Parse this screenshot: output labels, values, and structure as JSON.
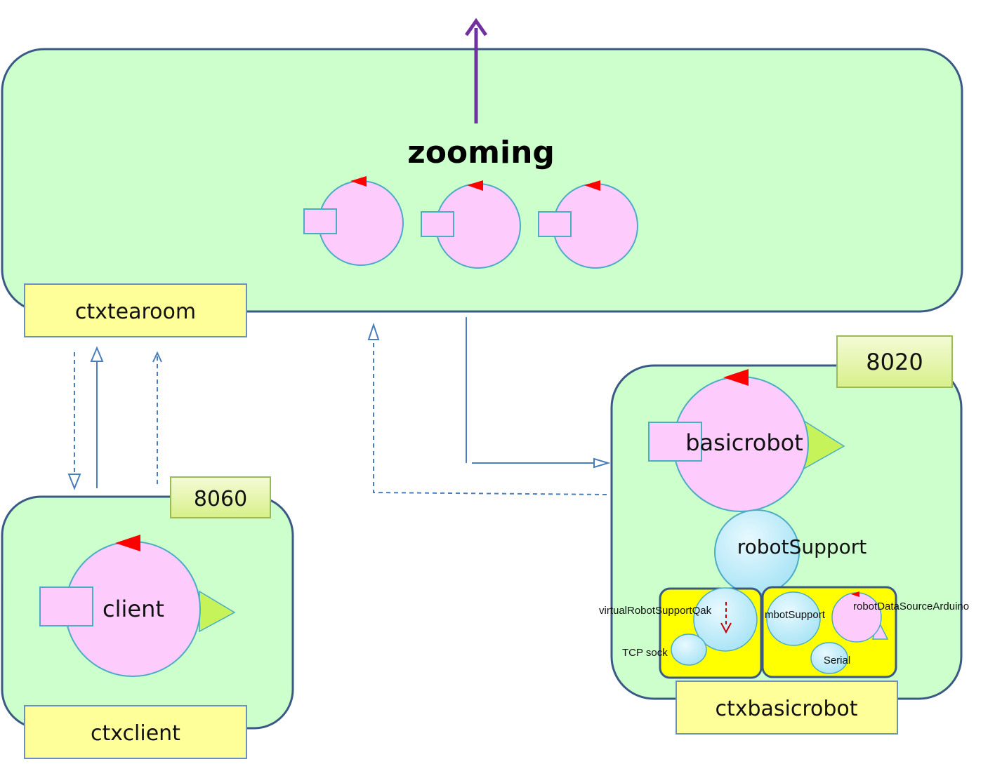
{
  "title": "zooming",
  "contexts": {
    "tearoom": {
      "label": "ctxtearoom"
    },
    "client": {
      "label": "ctxclient",
      "port": "8060"
    },
    "basicrobot": {
      "label": "ctxbasicrobot",
      "port": "8020"
    }
  },
  "actors": {
    "client": "client",
    "basicrobot": "basicrobot",
    "robotSupport": "robotSupport",
    "virtualRobotSupportQak": "virtualRobotSupportQak",
    "tcpSocket": "TCP sock",
    "mbotSupport": "mbotSupport",
    "robotDataSourceArduino": "robotDataSourceArduino",
    "serial": "Serial"
  },
  "colors": {
    "context_fill": "#ccffcc",
    "context_stroke": "#3a5a85",
    "actor_fill": "#fecbfd",
    "actor_stroke": "#4bacc6",
    "support_fill": "#c8eef8",
    "label_fill": "#ffff99",
    "port_fill": "#e6f7b0",
    "yellow_box": "#ffff00",
    "arrow_purple": "#7030a0",
    "link_blue": "#4a7ebb",
    "red_marker": "#ff0000"
  }
}
